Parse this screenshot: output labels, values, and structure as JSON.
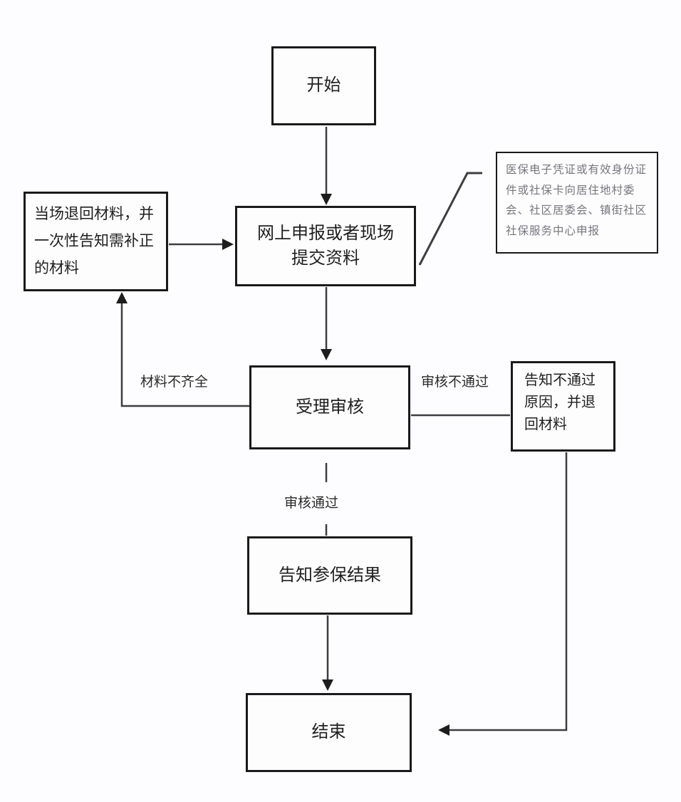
{
  "nodes": {
    "start": {
      "label": "开始"
    },
    "submit": {
      "label": "网上申报或者现场提交资料"
    },
    "return_materials": {
      "label": "当场退回材料，并一次性告知需补正的材料"
    },
    "review": {
      "label": "受理审核"
    },
    "reject_notice": {
      "label": "告知不通过原因，并退回材料"
    },
    "notify_result": {
      "label": "告知参保结果"
    },
    "end": {
      "label": "结束"
    },
    "annotation": {
      "label": "医保电子凭证或有效身份证件或社保卡向居住地村委会、社区居委会、镇街社区社保服务中心申报"
    }
  },
  "edge_labels": {
    "materials_incomplete": "材料不齐全",
    "review_failed": "审核不通过",
    "review_passed": "审核通过"
  },
  "colors": {
    "line": "#3e3e3e",
    "arrowhead": "#1d1d1d",
    "box_border": "#1a1a1a",
    "text": "#1f1f1f",
    "annotation_text": "#75757d",
    "background": "#fdfcfe"
  }
}
